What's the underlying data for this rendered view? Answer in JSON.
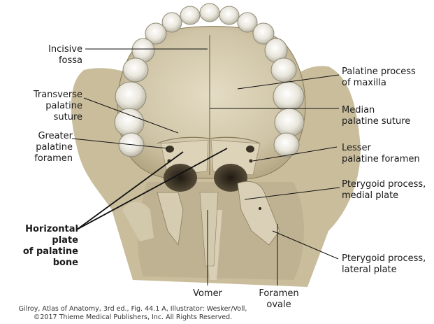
{
  "labels": {
    "incisive_fossa": "Incisive\nfossa",
    "transverse_palatine_suture": "Transverse\npalatine\nsuture",
    "greater_palatine_foramen": "Greater\npalatine\nforamen",
    "horizontal_plate": "Horizontal plate\nof palatine bone",
    "palatine_process": "Palatine process\nof maxilla",
    "median_palatine_suture": "Median\npalatine suture",
    "lesser_palatine_foramen": "Lesser\npalatine foramen",
    "pterygoid_medial": "Pterygoid process,\nmedial plate",
    "pterygoid_lateral": "Pterygoid process,\nlateral plate",
    "vomer": "Vomer",
    "foramen_ovale": "Foramen\novale"
  },
  "credit": "Gilroy, Atlas of Anatomy, 3rd ed., Fig. 44.1 A, Illustrator: Wesker/Voll,\n©2017 Thieme Medical Publishers, Inc. All Rights Reserved."
}
